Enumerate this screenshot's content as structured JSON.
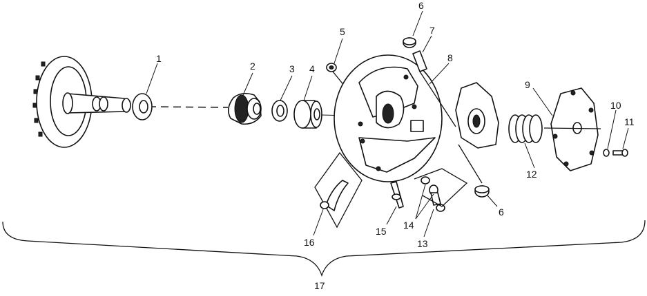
{
  "diagram": {
    "callouts": [
      "1",
      "2",
      "3",
      "4",
      "5",
      "6",
      "7",
      "8",
      "9",
      "10",
      "11",
      "12",
      "13",
      "14",
      "15",
      "16",
      "17"
    ],
    "callout_6_second": "6",
    "callout_14_second": "14"
  }
}
